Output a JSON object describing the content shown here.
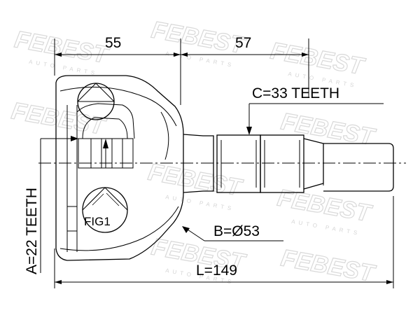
{
  "diagram": {
    "dimensions": {
      "left_length": "55",
      "right_length": "57",
      "total_length": "L=149",
      "outer_diameter": "B=Ø53",
      "outer_teeth": "C=33 TEETH",
      "inner_teeth": "A=22 TEETH"
    },
    "fig_label": "FIG1",
    "watermark": {
      "brand": "FEBEST",
      "sub": "AUTO PARTS"
    }
  }
}
